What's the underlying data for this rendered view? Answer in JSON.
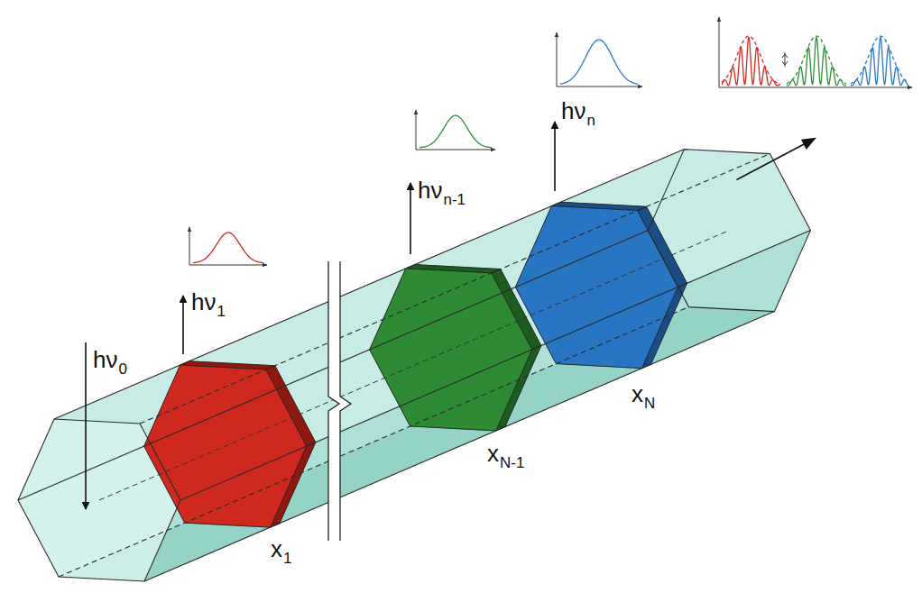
{
  "diagram": {
    "labels": [
      "hν",
      "0",
      "hν",
      "1",
      "x",
      "1",
      "hν",
      "n-1",
      "x",
      "N-1",
      "hν",
      "n",
      "x",
      "N"
    ]
  }
}
